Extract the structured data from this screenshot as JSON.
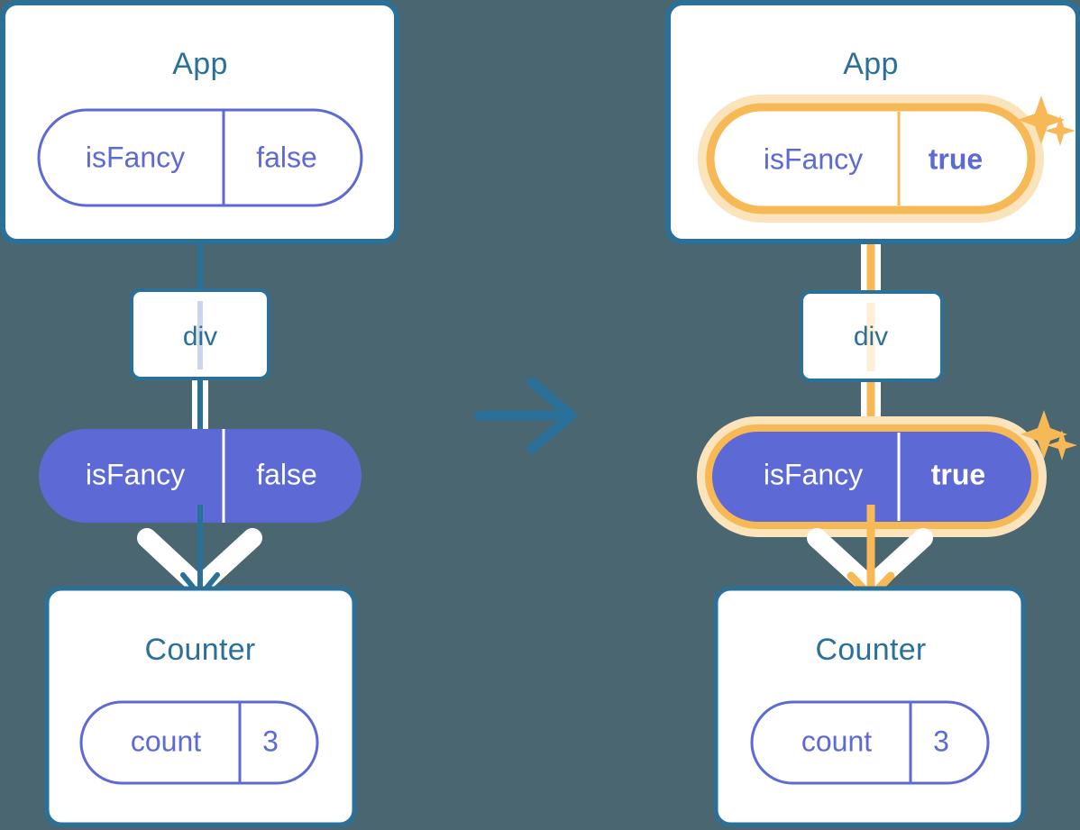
{
  "meta": {
    "title": "React state propagation diagram: isFancy false to true",
    "background_color": "#4a6670"
  },
  "palette": {
    "box_border": "#2b7099",
    "box_fill": "#ffffff",
    "title_text": "#2b7099",
    "pill_outline": "#5d6ad6",
    "pill_fill": "#5d6ad6",
    "pill_text_light": "#ffffff",
    "connector_blue": "#2b7099",
    "connector_blue_pale": "#ccd6ef",
    "highlight_orange": "#f7b955",
    "highlight_orange_glow": "#fbe3bb",
    "highlight_orange_pale": "#fdeed6",
    "arrow_white": "#ffffff",
    "transition_arrow": "#2b7099"
  },
  "transition": {
    "icon": "arrow-right-icon",
    "direction": "right"
  },
  "panels": [
    {
      "id": "before",
      "name": "before-state",
      "root": {
        "name": "app-box-before",
        "title": "App",
        "state_pill": {
          "name": "app-state-pill-before",
          "key": "isFancy",
          "value": "false",
          "style": "outline",
          "highlighted": false,
          "value_bold": false
        }
      },
      "dom_node": {
        "name": "div-node-before",
        "label": "div"
      },
      "prop_pill": {
        "name": "prop-pill-before",
        "key": "isFancy",
        "value": "false",
        "style": "filled",
        "highlighted": false,
        "value_bold": false
      },
      "child": {
        "name": "counter-box-before",
        "title": "Counter",
        "state_pill": {
          "name": "counter-state-pill-before",
          "key": "count",
          "value": "3",
          "style": "outline",
          "highlighted": false,
          "value_bold": false
        }
      },
      "sparkles": false
    },
    {
      "id": "after",
      "name": "after-state",
      "root": {
        "name": "app-box-after",
        "title": "App",
        "state_pill": {
          "name": "app-state-pill-after",
          "key": "isFancy",
          "value": "true",
          "style": "outline",
          "highlighted": true,
          "value_bold": true
        }
      },
      "dom_node": {
        "name": "div-node-after",
        "label": "div"
      },
      "prop_pill": {
        "name": "prop-pill-after",
        "key": "isFancy",
        "value": "true",
        "style": "filled",
        "highlighted": true,
        "value_bold": true
      },
      "child": {
        "name": "counter-box-after",
        "title": "Counter",
        "state_pill": {
          "name": "counter-state-pill-after",
          "key": "count",
          "value": "3",
          "style": "outline",
          "highlighted": false,
          "value_bold": false
        }
      },
      "sparkles": true
    }
  ]
}
